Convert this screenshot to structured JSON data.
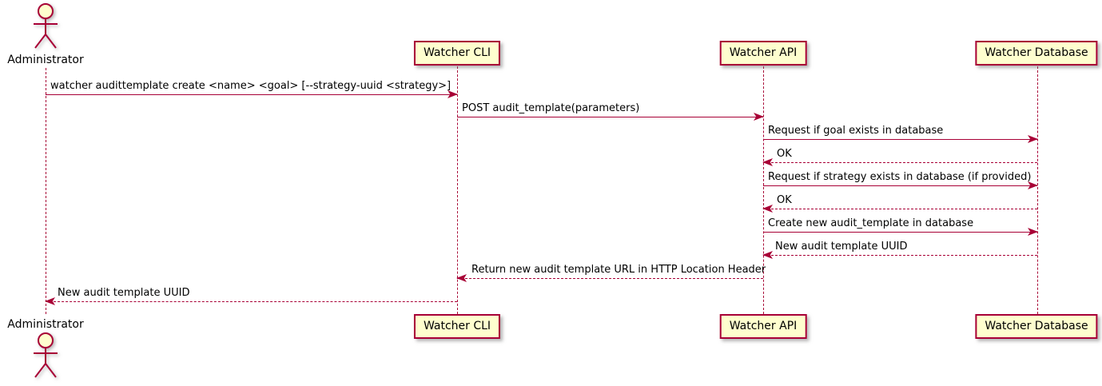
{
  "colors": {
    "accent": "#A80036",
    "participant_fill": "#FEFECE",
    "background": "#FFFFFF",
    "text": "#000000"
  },
  "actor": {
    "name": "Administrator"
  },
  "participants": [
    {
      "name": "Watcher CLI"
    },
    {
      "name": "Watcher API"
    },
    {
      "name": "Watcher Database"
    }
  ],
  "messages": [
    {
      "from": "Administrator",
      "to": "Watcher CLI",
      "style": "solid",
      "label": "watcher audittemplate create <name> <goal> [--strategy-uuid <strategy>]"
    },
    {
      "from": "Watcher CLI",
      "to": "Watcher API",
      "style": "solid",
      "label": "POST audit_template(parameters)"
    },
    {
      "from": "Watcher API",
      "to": "Watcher Database",
      "style": "solid",
      "label": "Request if goal exists in database"
    },
    {
      "from": "Watcher Database",
      "to": "Watcher API",
      "style": "dashed",
      "label": "OK"
    },
    {
      "from": "Watcher API",
      "to": "Watcher Database",
      "style": "solid",
      "label": "Request if strategy exists in database (if provided)"
    },
    {
      "from": "Watcher Database",
      "to": "Watcher API",
      "style": "dashed",
      "label": "OK"
    },
    {
      "from": "Watcher API",
      "to": "Watcher Database",
      "style": "solid",
      "label": "Create new audit_template in database"
    },
    {
      "from": "Watcher Database",
      "to": "Watcher API",
      "style": "dashed",
      "label": "New audit template UUID"
    },
    {
      "from": "Watcher API",
      "to": "Watcher CLI",
      "style": "dashed",
      "label": "Return new audit template URL in HTTP Location Header"
    },
    {
      "from": "Watcher CLI",
      "to": "Administrator",
      "style": "dashed",
      "label": "New audit template UUID"
    }
  ]
}
